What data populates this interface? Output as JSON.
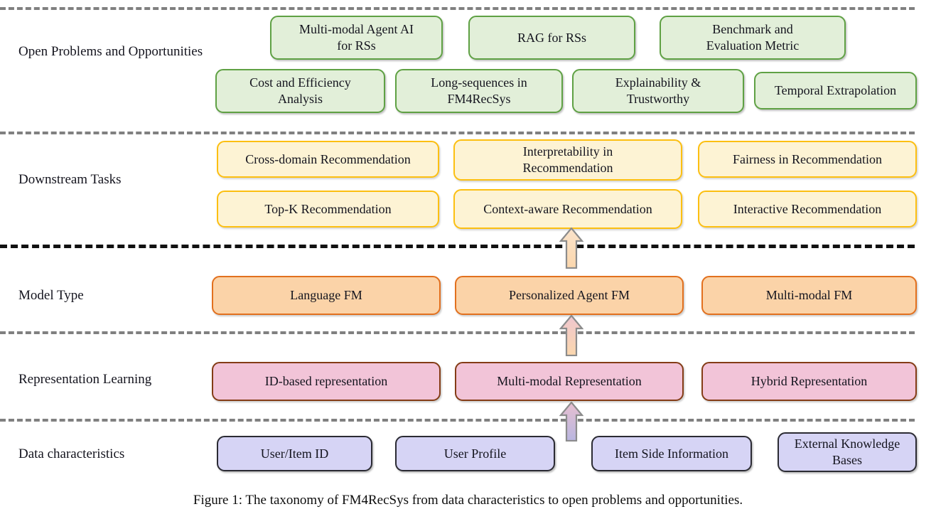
{
  "figure": {
    "caption": "Figure 1: The taxonomy of FM4RecSys from data characteristics to open problems and opportunities.",
    "colors": {
      "open_problems_fill": "#e2efd9",
      "open_problems_border": "#5fa144",
      "downstream_fill": "#fdf3d4",
      "downstream_border": "#fcbf11",
      "model_type_fill": "#fbd3a8",
      "model_type_border": "#e2701e",
      "representation_fill": "#f2c4d8",
      "representation_border": "#843c16",
      "data_fill": "#d6d4f5",
      "data_border": "#2b2b33",
      "divider": "#808080",
      "divider_strong": "#111111"
    }
  },
  "tiers": [
    {
      "label": "Open Problems and\nOpportunities",
      "label_line1": "Open Problems and",
      "label_line2": "Opportunities",
      "top_row": [
        {
          "line1": "Multi-modal Agent AI",
          "line2": "for RSs"
        },
        {
          "line1": "RAG for RSs",
          "line2": ""
        },
        {
          "line1": "Benchmark and",
          "line2": "Evaluation Metric"
        }
      ],
      "bottom_row": [
        {
          "line1": "Cost and Efficiency",
          "line2": "Analysis"
        },
        {
          "line1": "Long-sequences in",
          "line2": "FM4RecSys"
        },
        {
          "line1": "Explainability &",
          "line2": "Trustworthy"
        },
        {
          "line1": "Temporal Extrapolation",
          "line2": ""
        }
      ]
    },
    {
      "label": "Downstream Tasks",
      "top_row": [
        {
          "line1": "Cross-domain Recommendation",
          "line2": ""
        },
        {
          "line1": "Interpretability in",
          "line2": "Recommendation"
        },
        {
          "line1": "Fairness in Recommendation",
          "line2": ""
        }
      ],
      "bottom_row": [
        {
          "line1": "Top-K Recommendation",
          "line2": ""
        },
        {
          "line1": "Context-aware Recommendation",
          "line2": ""
        },
        {
          "line1": "Interactive Recommendation",
          "line2": ""
        }
      ]
    },
    {
      "label": "Model Type",
      "row": [
        {
          "line1": "Language FM",
          "line2": ""
        },
        {
          "line1": "Personalized Agent FM",
          "line2": ""
        },
        {
          "line1": "Multi-modal FM",
          "line2": ""
        }
      ]
    },
    {
      "label": "Representation Learning",
      "row": [
        {
          "line1": "ID-based representation",
          "line2": ""
        },
        {
          "line1": "Multi-modal Representation",
          "line2": ""
        },
        {
          "line1": "Hybrid Representation",
          "line2": ""
        }
      ]
    },
    {
      "label": "Data characteristics",
      "row": [
        {
          "line1": "User/Item ID",
          "line2": ""
        },
        {
          "line1": "User Profile",
          "line2": ""
        },
        {
          "line1": "Item Side Information",
          "line2": ""
        },
        {
          "line1": "External Knowledge",
          "line2": "Bases"
        }
      ]
    }
  ],
  "arrows": [
    {
      "name": "arrow-model-to-downstream"
    },
    {
      "name": "arrow-representation-to-model"
    },
    {
      "name": "arrow-data-to-representation"
    }
  ]
}
